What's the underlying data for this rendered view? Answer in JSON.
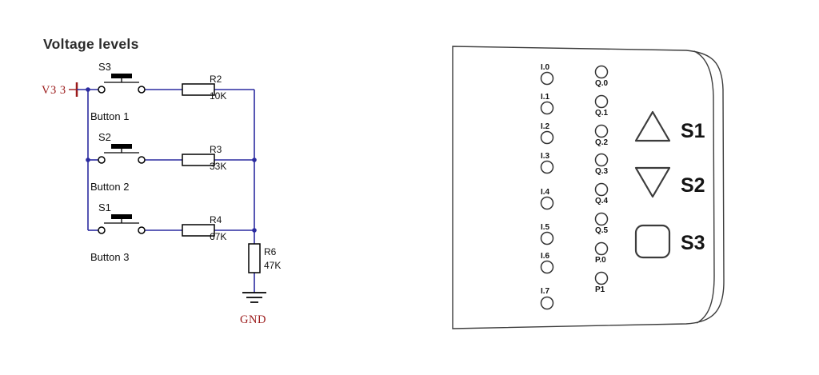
{
  "figure": {
    "circuit": {
      "title": "Voltage levels",
      "source_label": "V3 3",
      "gnd_label": "GND",
      "switches": [
        {
          "name": "S3",
          "button_label": "Button 1"
        },
        {
          "name": "S2",
          "button_label": "Button 2"
        },
        {
          "name": "S1",
          "button_label": "Button 3"
        }
      ],
      "resistors": [
        {
          "name": "R2",
          "value": "10K"
        },
        {
          "name": "R3",
          "value": "33K"
        },
        {
          "name": "R4",
          "value": "67K"
        },
        {
          "name": "R6",
          "value": "47K"
        }
      ],
      "colors": {
        "wire": "#2b2ba0",
        "accent": "#9b1a1a",
        "component_outline": "#000000"
      }
    },
    "panel": {
      "inputs": [
        "I.0",
        "I.1",
        "I.2",
        "I.3",
        "I.4",
        "I.5",
        "I.6",
        "I.7"
      ],
      "outputs": [
        "Q.0",
        "Q.1",
        "Q.2",
        "Q.3",
        "Q.4",
        "Q.5",
        "P.0",
        "P1"
      ],
      "buttons": [
        {
          "label": "S1",
          "shape": "triangle-up"
        },
        {
          "label": "S2",
          "shape": "triangle-down"
        },
        {
          "label": "S3",
          "shape": "rounded-square"
        }
      ],
      "outline_color": "#3c3c3c"
    }
  }
}
